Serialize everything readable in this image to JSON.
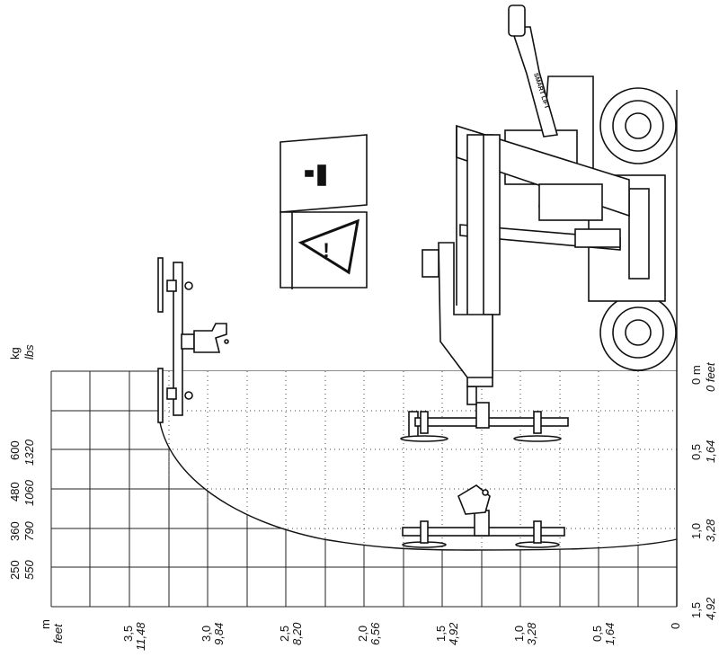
{
  "load_axis": {
    "unit_kg": "kg",
    "unit_lbs": "lbs",
    "values": [
      {
        "kg": "600",
        "lbs": "1320"
      },
      {
        "kg": "480",
        "lbs": "1060"
      },
      {
        "kg": "360",
        "lbs": "790"
      },
      {
        "kg": "250",
        "lbs": "550"
      }
    ]
  },
  "reach_axis": {
    "ticks": [
      {
        "m": "0 m",
        "ft": "0 feet"
      },
      {
        "m": "0,5",
        "ft": "1,64"
      },
      {
        "m": "1,0",
        "ft": "3,28"
      },
      {
        "m": "1,5",
        "ft": "4,92"
      }
    ]
  },
  "height_axis": {
    "unit_m": "m",
    "unit_ft": "feet",
    "ticks": [
      {
        "m": "3,5",
        "ft": "11,48"
      },
      {
        "m": "3,0",
        "ft": "9,84"
      },
      {
        "m": "2,5",
        "ft": "8,20"
      },
      {
        "m": "2,0",
        "ft": "6,56"
      },
      {
        "m": "1,5",
        "ft": "4,92"
      },
      {
        "m": "1,0",
        "ft": "3,28"
      },
      {
        "m": "0,5",
        "ft": "1,64"
      },
      {
        "m": "0",
        "ft": ""
      }
    ]
  },
  "machine": {
    "brand_text": "SMART LIFT"
  },
  "manual_icon": {
    "symbol": "!"
  }
}
